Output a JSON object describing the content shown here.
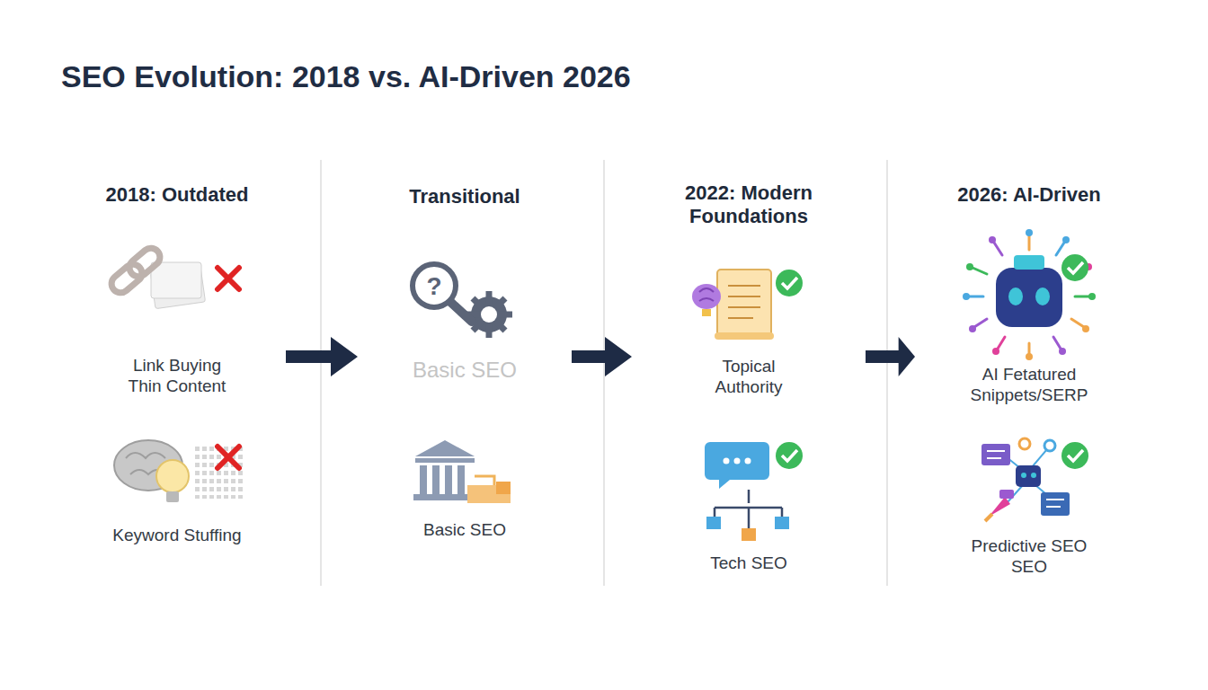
{
  "diagram": {
    "title": "SEO Evolution: 2018 vs. AI-Driven 2026",
    "nodes": [
      {
        "text": [
          "2018: Outdated",
          "Link Buying Thin Content",
          "Keyword Stuffing"
        ]
      },
      {
        "text": [
          "Transitional",
          "Basic SEO",
          "Basic SEO"
        ]
      },
      {
        "text": [
          "2022: Modern Foundations",
          "Topical Authority",
          "Tech SEO"
        ]
      },
      {
        "text": [
          "2026: AI-Driven",
          "AI Fetatured Snippets/SERP",
          "Predictive SEO SEO"
        ]
      }
    ],
    "edges": [
      {
        "from": 0,
        "to": 1,
        "arrow": "to"
      },
      {
        "from": 1,
        "to": 2,
        "arrow": "to"
      },
      {
        "from": 2,
        "to": 3,
        "arrow": "to"
      }
    ]
  }
}
